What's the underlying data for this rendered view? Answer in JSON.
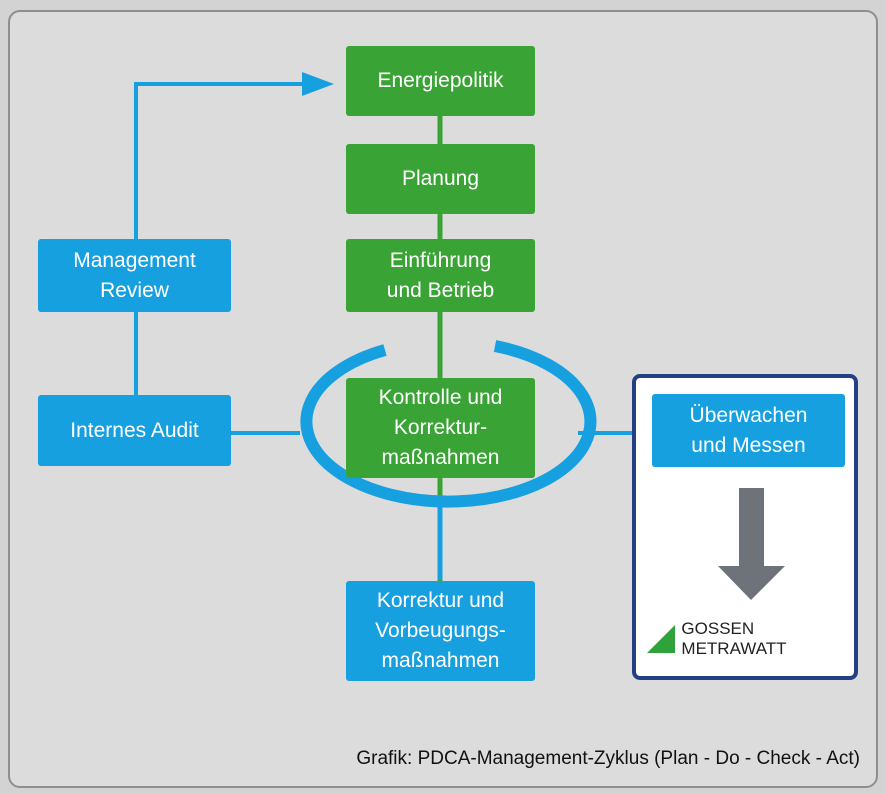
{
  "nodes": {
    "energiepolitik": "Energiepolitik",
    "planung": "Planung",
    "einfuehrung": "Einführung\nund Betrieb",
    "kontrolle": "Kontrolle und\nKorrektur-\nmaßnahmen",
    "korrektur": "Korrektur und\nVorbeugungs-\nmaßnahmen",
    "management_review": "Management\nReview",
    "internes_audit": "Internes Audit",
    "ueberwachen": "Überwachen\nund Messen"
  },
  "logo": {
    "text": "GOSSEN METRAWATT"
  },
  "caption": "Grafik: PDCA-Management-Zyklus (Plan - Do - Check - Act)",
  "colors": {
    "green": "#3aa335",
    "blue": "#17a0e0",
    "panel_border": "#243f84",
    "arrow_gray": "#6d7378",
    "background": "#dcdcdc"
  }
}
